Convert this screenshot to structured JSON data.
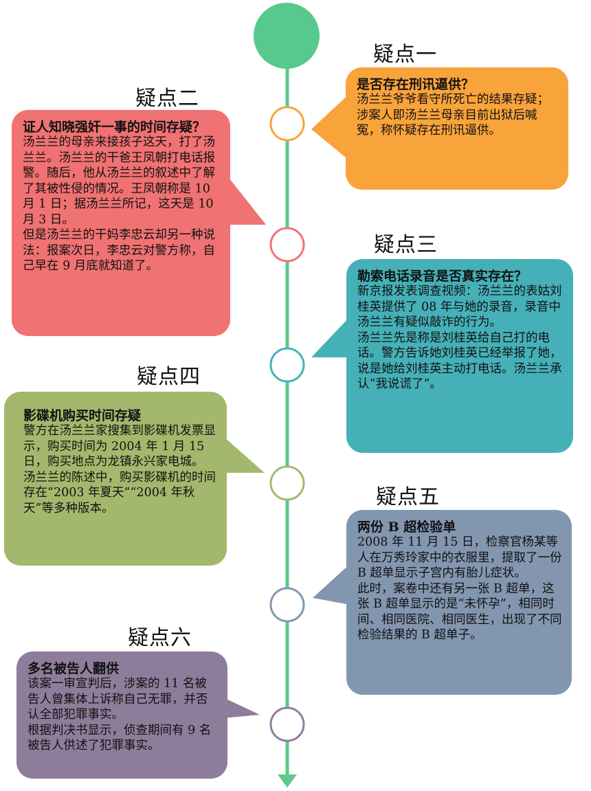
{
  "colors": {
    "line": "#5cc98a",
    "top": "#57c98c",
    "orange": "#f9a33b",
    "red": "#f07272",
    "teal": "#45b0b8",
    "green": "#a3b86c",
    "blue": "#8396b0",
    "purple": "#8e7d9a"
  },
  "items": [
    {
      "label": "疑点一",
      "title": "是否存在刑讯逼供？",
      "paras": [
        "汤兰兰爷爷看守所死亡的结果存疑；",
        "涉案人即汤兰兰母亲目前出狱后喊冤，称怀疑存在刑讯逼供。"
      ]
    },
    {
      "label": "疑点二",
      "title": "证人知晓强奸一事的时间存疑？",
      "paras": [
        "汤兰兰的母亲来接孩子这天，打了汤兰兰。汤兰兰的干爸王凤朝打电话报警。随后，他从汤兰兰的叙述中了解了其被性侵的情况。王凤朝称是 10 月 1 日；据汤兰兰所记，这天是 10 月 3 日。",
        "但是汤兰兰的干妈李忠云却另一种说法：报案次日，李忠云对警方称，自己早在 9 月底就知道了。"
      ]
    },
    {
      "label": "疑点三",
      "title": "勒索电话录音是否真实存在？",
      "paras": [
        "新京报发表调查视频：汤兰兰的表姑刘桂英提供了 08 年与她的录音，录音中汤兰兰有疑似敲诈的行为。",
        "汤兰兰先是称是刘桂英给自己打的电话。警方告诉她刘桂英已经举报了她，说是她给刘桂英主动打电话。汤兰兰承认“我说谎了”。"
      ]
    },
    {
      "label": "疑点四",
      "title": "影碟机购买时间存疑",
      "paras": [
        "警方在汤兰兰家搜集到影碟机发票显示，购买时间为 2004 年 1 月 15 日，购买地点为龙镇永兴家电城。",
        "汤兰兰的陈述中，购买影碟机的时间存在“2003 年夏天”“2004 年秋天”等多种版本。"
      ]
    },
    {
      "label": "疑点五",
      "title": "两份 B 超检验单",
      "paras": [
        "2008 年 11 月 15 日，检察官杨某等人在万秀玲家中的衣服里，提取了一份 B 超单显示子宫内有胎儿症状。",
        "此时，案卷中还有另一张 B 超单，这张 B 超单显示的是“未怀孕”，相同时间、相同医院、相同医生，出现了不同检验结果的 B 超单子。"
      ]
    },
    {
      "label": "疑点六",
      "title": "多名被告人翻供",
      "paras": [
        "该案一审宣判后，涉案的 11 名被告人曾集体上诉称自己无罪，并否认全部犯罪事实。",
        "根据判决书显示，侦查期间有 9 名被告人供述了犯罪事实。"
      ]
    }
  ]
}
